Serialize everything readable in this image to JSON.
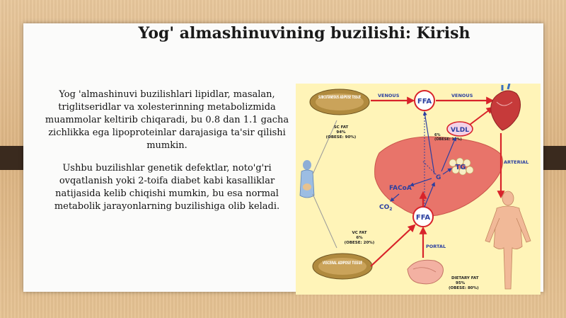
{
  "title": "Yog' almashinuvining buzilishi: Kirish",
  "paragraphs": [
    "Yog 'almashinuvi buzilishlari lipidlar, masalan, triglitseridlar va xolesterinning metabolizmida muammolar keltirib chiqaradi, bu 0.8 dan 1.1 gacha zichlikka ega lipoproteinlar darajasiga ta'sir qilishi mumkin.",
    "Ushbu buzilishlar genetik defektlar, noto'g'ri ovqatlanish yoki 2-toifa diabet kabi kasalliklar natijasida kelib chiqishi mumkin, bu esa normal metabolik jarayonlarning buzilishiga olib keladi."
  ],
  "diagram": {
    "subcutaneous_label": "SUBCUTANEOUS ADIPOSE TISSUE",
    "visceral_label": "VISCERAL ADIPOSE TISSUE",
    "venous_left": "VENOUS",
    "venous_right": "VENOUS",
    "arterial": "ARTERIAL",
    "portal": "PORTAL",
    "ffa_top": "FFA",
    "ffa_bottom": "FFA",
    "vldl": "VLDL",
    "tg": "TG",
    "facoa": "FACoA",
    "co2": "CO",
    "co2_sub": "2",
    "g": "G",
    "sc_fat": [
      "SC FAT",
      "94%",
      "(OBESE: 90%)"
    ],
    "vc_fat": [
      "VC FAT",
      "6%",
      "(OBESE: 20%)"
    ],
    "dietary_fat": [
      "DIETARY FAT",
      "95%",
      "(OBESE: 80%)"
    ],
    "pct_small": [
      "6%",
      "(OBESE: 10%)"
    ]
  },
  "colors": {
    "red": "#d8232a",
    "blue": "#2b3fa0",
    "liver": "#e8746a",
    "diagram_bg": "#fff4b8",
    "wood": "#dcb482",
    "dark_tab": "#3a2a1e"
  }
}
